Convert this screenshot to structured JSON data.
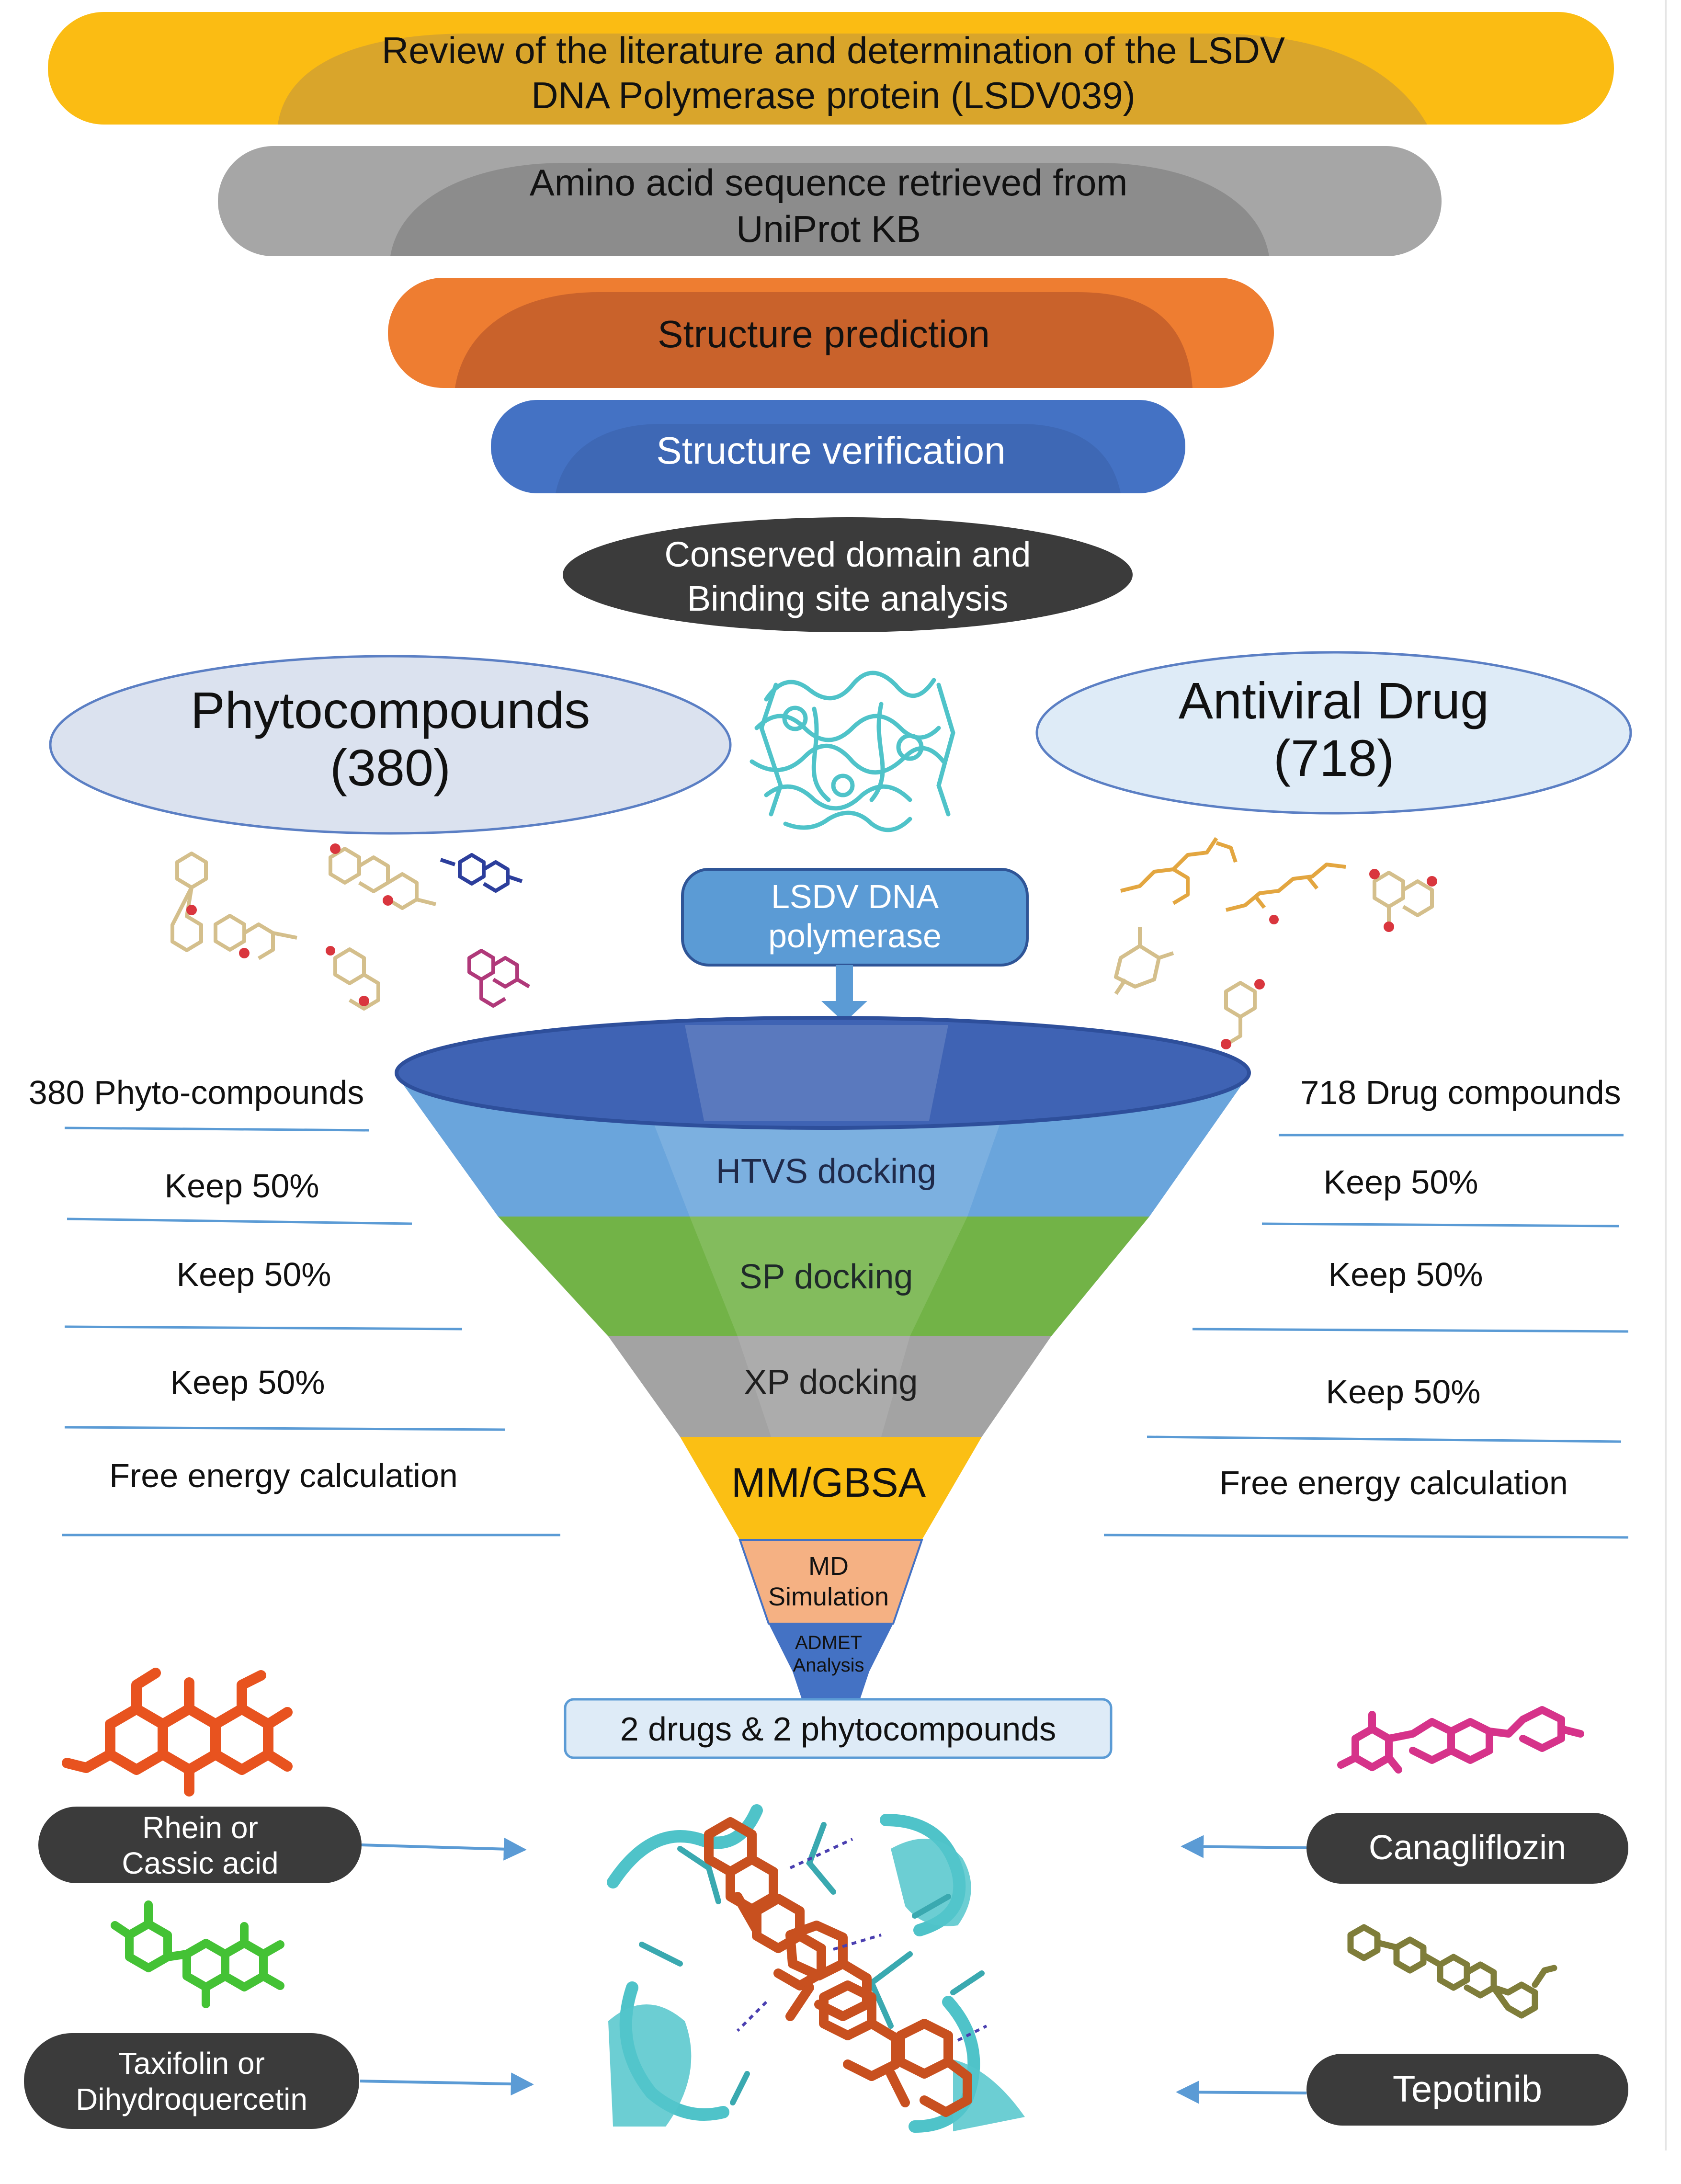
{
  "steps": {
    "review": [
      "Review of the literature and determination of the LSDV",
      "DNA Polymerase protein (LSDV039)"
    ],
    "sequence": [
      "Amino acid sequence retrieved from",
      "UniProt KB"
    ],
    "prediction": "Structure prediction",
    "verification": "Structure verification",
    "domain": [
      "Conserved domain and",
      "Binding site analysis"
    ]
  },
  "libraries": {
    "phyto": {
      "title": "Phytocompounds",
      "count": "(380)"
    },
    "drug": {
      "title": "Antiviral Drug",
      "count": "(718)"
    }
  },
  "target": [
    "LSDV DNA",
    "polymerase"
  ],
  "left_column": {
    "header": "380 Phyto-compounds",
    "filters": [
      "Keep 50%",
      "Keep 50%",
      "Keep 50%",
      "Free energy calculation"
    ]
  },
  "right_column": {
    "header": "718 Drug compounds",
    "filters": [
      "Keep 50%",
      "Keep 50%",
      "Keep 50%",
      "Free energy calculation"
    ]
  },
  "funnel": {
    "htvs": "HTVS docking",
    "sp": "SP docking",
    "xp": "XP docking",
    "mmgbsa": "MM/GBSA",
    "md": [
      "MD",
      "Simulation"
    ],
    "admet": [
      "ADMET",
      "Analysis"
    ]
  },
  "result": "2 drugs & 2 phytocompounds",
  "hits": {
    "rhein": [
      "Rhein or",
      "Cassic acid"
    ],
    "taxifolin": [
      "Taxifolin or",
      "Dihydroquercetin"
    ],
    "canagliflozin": "Canagliflozin",
    "tepotinib": "Tepotinib"
  },
  "colors": {
    "yellow": "#fbbc13",
    "gray": "#a6a6a6",
    "orange": "#ee7d31",
    "blue": "#4472c4",
    "dark": "#3b3b3b",
    "funnel_top": "#3f63b4",
    "htvs": "#6aa5dc",
    "sp": "#72b347",
    "xp": "#a3a3a3",
    "mmgbsa": "#fbbf14",
    "md": "#f5b183",
    "admet": "#4472c4",
    "line": "#5b9bd5",
    "protein": "#4fc3c9",
    "ligand": "#c8501f"
  }
}
